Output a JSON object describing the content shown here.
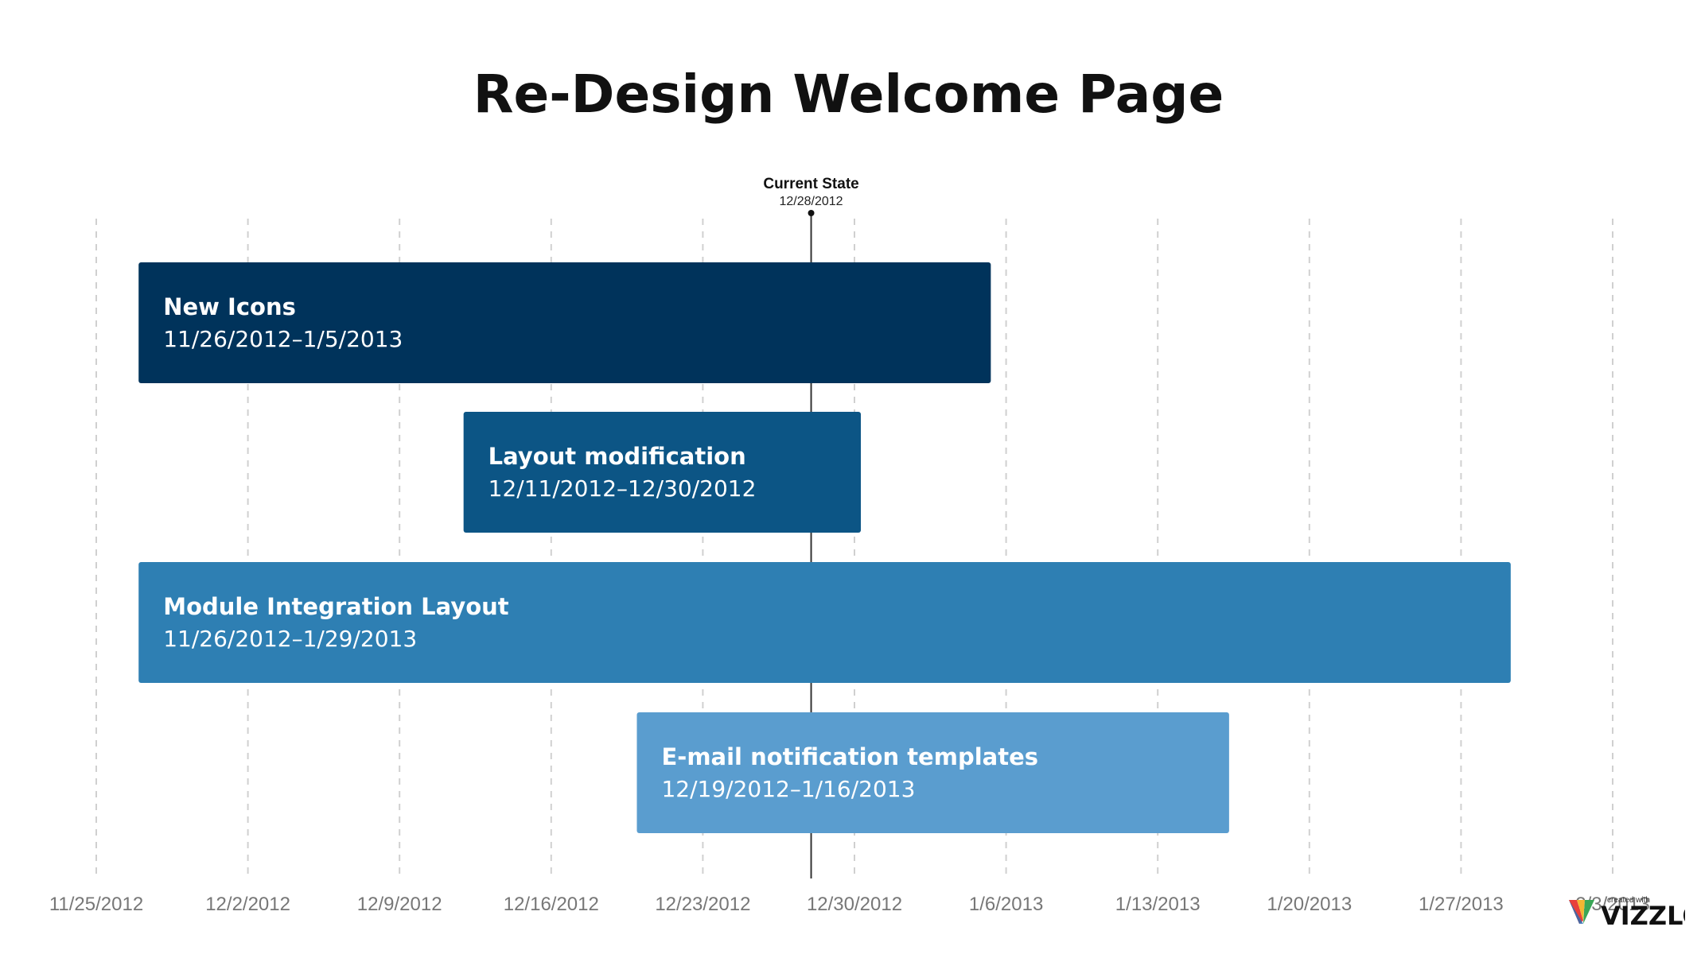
{
  "chart_data": {
    "type": "gantt",
    "title": "Re-Design Welcome Page",
    "x_axis": {
      "ticks": [
        "11/25/2012",
        "12/2/2012",
        "12/9/2012",
        "12/16/2012",
        "12/23/2012",
        "12/30/2012",
        "1/6/2013",
        "1/13/2013",
        "1/20/2013",
        "1/27/2013",
        "2/3/2013"
      ],
      "range": [
        "2012-11-25",
        "2013-02-03"
      ]
    },
    "milestone": {
      "label": "Current State",
      "date_label": "12/28/2012",
      "date": "2012-12-28"
    },
    "tasks": [
      {
        "name": "New Icons",
        "range_label": "11/26/2012–1/5/2013",
        "start": "2012-11-26",
        "end": "2013-01-05",
        "color": "#00335b"
      },
      {
        "name": "Layout modification",
        "range_label": "12/11/2012–12/30/2012",
        "start": "2012-12-11",
        "end": "2012-12-30",
        "color": "#0c5585"
      },
      {
        "name": "Module Integration Layout",
        "range_label": "11/26/2012–1/29/2013",
        "start": "2012-11-26",
        "end": "2013-01-29",
        "color": "#2e7fb3"
      },
      {
        "name": "E-mail notification templates",
        "range_label": "12/19/2012–1/16/2013",
        "start": "2012-12-19",
        "end": "2013-01-16",
        "color": "#5a9dcf"
      }
    ],
    "grid": true
  },
  "branding": {
    "credit": "created with",
    "logo_text": "VIZZLO"
  }
}
